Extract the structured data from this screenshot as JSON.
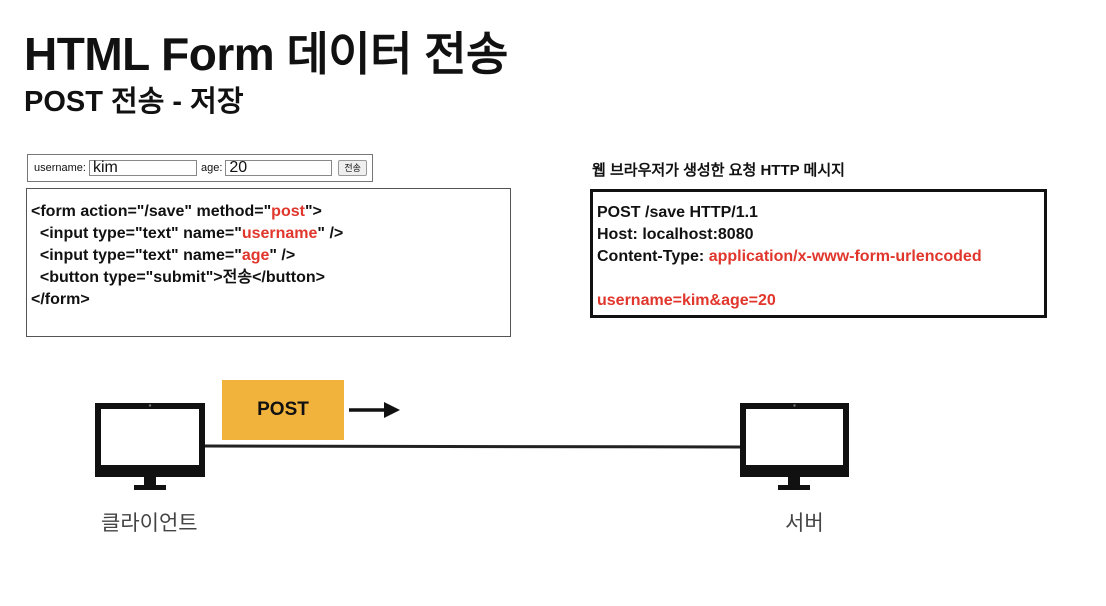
{
  "header": {
    "title": "HTML Form 데이터 전송",
    "subtitle": "POST 전송 - 저장"
  },
  "form_preview": {
    "username_label": "username:",
    "username_value": "kim",
    "age_label": "age:",
    "age_value": "20",
    "submit_label": "전송"
  },
  "code": {
    "line1": "<form action=\"/save\" method=\"",
    "line1_kw": "post",
    "line1_end": "\">",
    "line2": "  <input type=\"text\" name=\"",
    "line2_kw": "username",
    "line2_end": "\" />",
    "line3": "  <input type=\"text\" name=\"",
    "line3_kw": "age",
    "line3_end": "\" />",
    "line4": "  <button type=\"submit\">전송</button>",
    "line5": "</form>"
  },
  "http": {
    "title": "웹 브라우저가 생성한 요청 HTTP 메시지",
    "request_line": "POST /save HTTP/1.1",
    "host": "Host: localhost:8080",
    "content_type_label": "Content-Type: ",
    "content_type_value": "application/x-www-form-urlencoded",
    "body": "username=kim&age=20"
  },
  "diagram": {
    "method_label": "POST",
    "client_label": "클라이언트",
    "server_label": "서버",
    "method_box_color": "#f2b33d"
  },
  "colors": {
    "highlight": "#e0362c"
  }
}
